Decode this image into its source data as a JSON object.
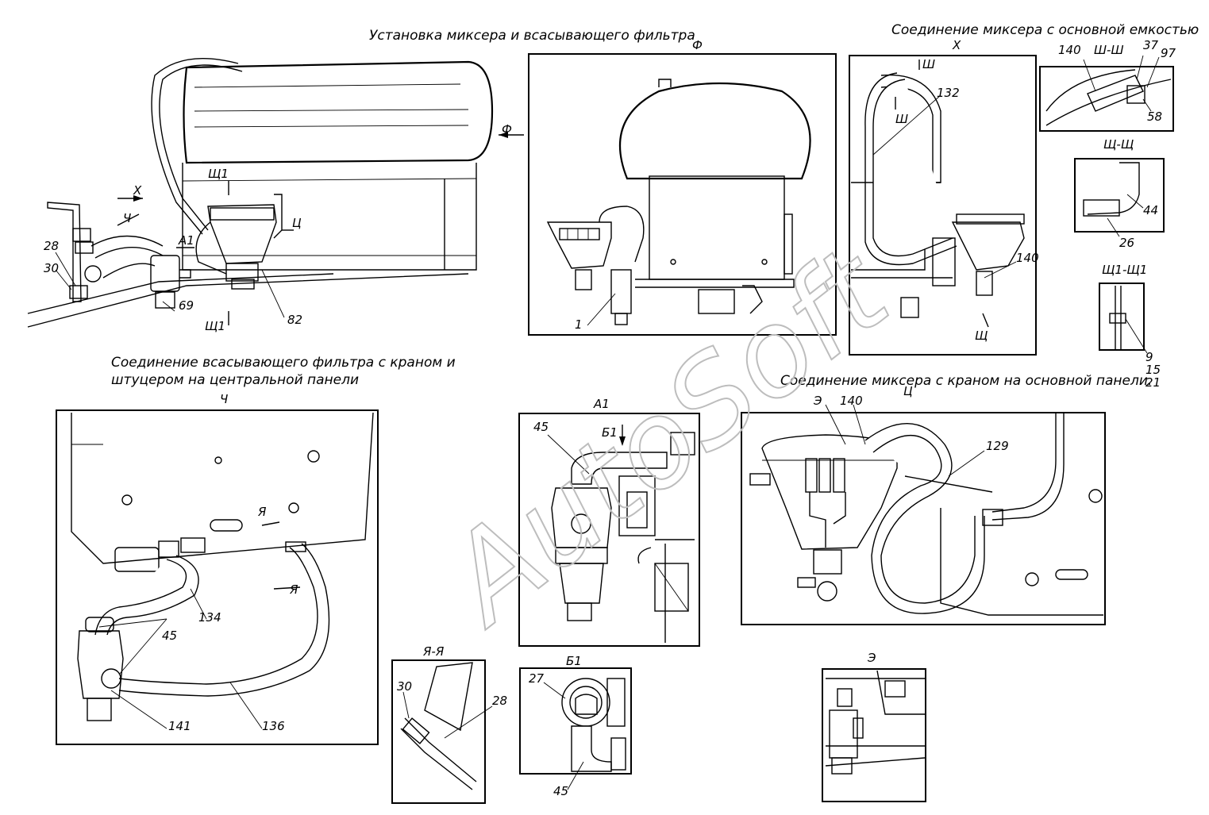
{
  "titles": {
    "mixer_install": "Установка миксера и всасывающего фильтра",
    "mixer_to_tank": "Соединение миксера с основной емкостью",
    "filter_to_valve_l1": "Соединение всасывающего фильтра с краном и",
    "filter_to_valve_l2": "штуцером на центральной панели",
    "mixer_to_valve": "Соединение миксера с краном на основной панели."
  },
  "views": {
    "f": "Ф",
    "kh": "Х",
    "ch": "Ч",
    "a1": "А1",
    "ts": "Ц",
    "sh_sh": "Ш-Ш",
    "shch_shch": "Щ-Щ",
    "shch1_shch1": "Щ1-Щ1",
    "ya_ya": "Я-Я",
    "b1": "Б1",
    "e": "Э"
  },
  "markers": {
    "f": "Ф",
    "kh": "Х",
    "ch": "Ч",
    "ts": "Ц",
    "a1": "А1",
    "shch1": "Щ1",
    "sh": "Ш",
    "shch": "Щ",
    "ya": "Я",
    "b1": "Б1",
    "e": "Э"
  },
  "parts": {
    "p1": "1",
    "p9": "9",
    "p15": "15",
    "p21": "21",
    "p26": "26",
    "p27": "27",
    "p28": "28",
    "p30": "30",
    "p37": "37",
    "p44": "44",
    "p45": "45",
    "p58": "58",
    "p69": "69",
    "p82": "82",
    "p97": "97",
    "p129": "129",
    "p132": "132",
    "p134": "134",
    "p136": "136",
    "p140": "140",
    "p141": "141"
  },
  "watermark": "AutoSoft",
  "colors": {
    "ink": "#000000",
    "watermark": "#bdbdbd",
    "paper": "#ffffff"
  }
}
